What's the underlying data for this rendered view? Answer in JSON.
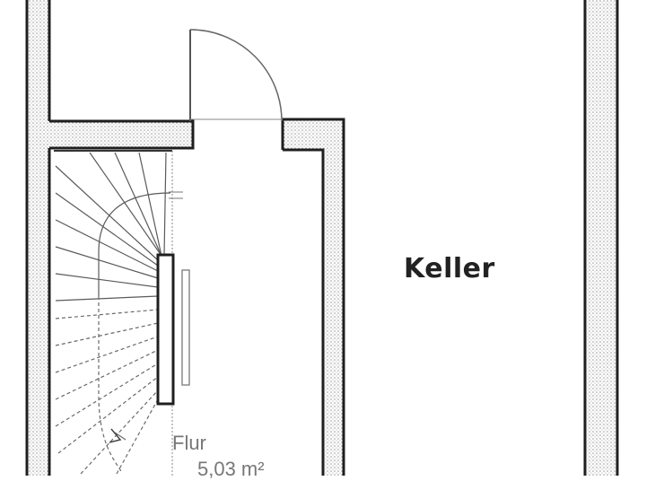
{
  "rooms": {
    "keller": {
      "name": "Keller"
    },
    "flur": {
      "name": "Flur",
      "area": "5,03 m²"
    }
  },
  "colors": {
    "wall": "#1f1f1f",
    "hatch": "#9a9a9a",
    "stair_line": "#5a5a5a",
    "background": "#ffffff"
  }
}
